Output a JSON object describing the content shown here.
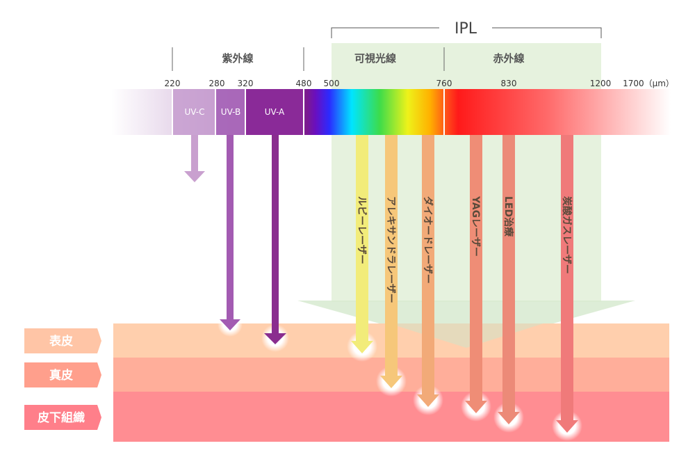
{
  "ipl_label": "IPL",
  "bands": {
    "uv_title": "紫外線",
    "visible_title": "可視光線",
    "infrared_title": "赤外線"
  },
  "ticks": [
    "220",
    "280",
    "320",
    "480",
    "500",
    "760",
    "830",
    "1200",
    "1700（μm）"
  ],
  "uv_segments": [
    "UV-C",
    "UV-B",
    "UV-A"
  ],
  "lasers": [
    {
      "label": "ルビーレーザー",
      "color": "#f2ec7a"
    },
    {
      "label": "アレキサンドラレーザー",
      "color": "#f6c77a"
    },
    {
      "label": "ダイオードレーザー",
      "color": "#f2aa78"
    },
    {
      "label": "YAGレーザー",
      "color": "#ef8d76"
    },
    {
      "label": "LED治療",
      "color": "#ec8a78"
    },
    {
      "label": "炭酸ガスレーザー",
      "color": "#f07a7a"
    }
  ],
  "skin_layers": [
    {
      "label": "表皮",
      "color": "#ffcfad",
      "tag_color": "#ffc5a6"
    },
    {
      "label": "真皮",
      "color": "#ffae9a",
      "tag_color": "#ff9f8c"
    },
    {
      "label": "皮下組織",
      "color": "#ff8d92",
      "tag_color": "#ff7f8a"
    }
  ]
}
